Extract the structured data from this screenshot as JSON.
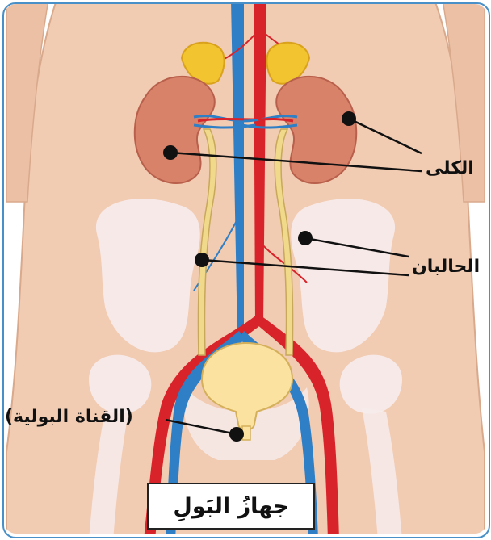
{
  "labels": {
    "kidneys": "الكلى",
    "ureters": "الحالبان",
    "urethra": "(القناة البولية)"
  },
  "title": "جهازُ البَولِ",
  "colors": {
    "frame": "#4a90c8",
    "skin": "#f1cbb2",
    "skin_outline": "#d9a98c",
    "bone": "#f7ecec",
    "kidney": "#d9826a",
    "adrenal": "#f2c430",
    "ureter": "#f0d98a",
    "bladder": "#fbe2a0",
    "artery": "#d8232a",
    "vein": "#2f7fc6",
    "leader_line": "#111111"
  }
}
